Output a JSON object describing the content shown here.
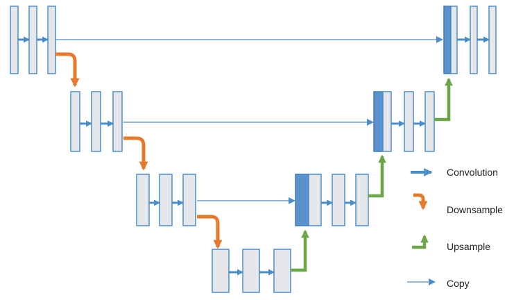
{
  "diagram": {
    "legend": {
      "convolution": "Convolution",
      "downsample": "Downsample",
      "upsample": "Upsample",
      "copy": "Copy"
    }
  },
  "colors": {
    "block_fill": "#e6e7ea",
    "block_stroke": "#4a8ec9",
    "concat_fill": "#5b92cd",
    "conv_arrow": "#4a8ec9",
    "downsample": "#e57a2c",
    "upsample": "#6aa546",
    "copy": "#4a8ec9"
  },
  "icons": {
    "convolution": "arrow-right-icon",
    "downsample": "bent-arrow-down-icon",
    "upsample": "bent-arrow-up-icon",
    "copy": "thin-arrow-right-icon"
  }
}
